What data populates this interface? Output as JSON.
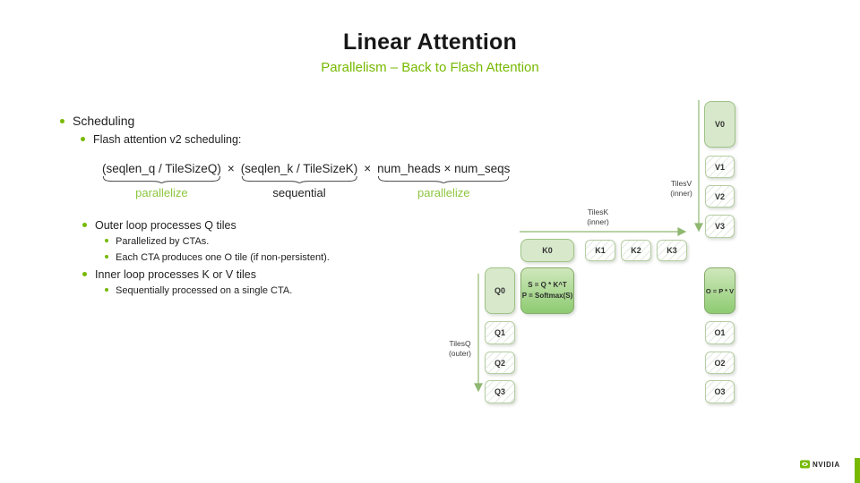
{
  "header": {
    "title": "Linear Attention",
    "subtitle": "Parallelism – Back to Flash Attention"
  },
  "bullets": {
    "scheduling": "Scheduling",
    "flash_v2": "Flash attention v2 scheduling:",
    "outer_loop": "Outer loop processes Q tiles",
    "parallelized_ctas": "Parallelized by CTAs.",
    "each_cta": "Each CTA produces one O tile (if non-persistent).",
    "inner_loop": "Inner loop processes K or V tiles",
    "sequential_cta": "Sequentially processed on a single CTA."
  },
  "formula": {
    "times": "×",
    "groups": [
      {
        "text": "(seqlen_q / TileSizeQ)",
        "label": "parallelize",
        "label_color": "#8dc63f"
      },
      {
        "text": "(seqlen_k / TileSizeK)",
        "label": "sequential",
        "label_color": "#222222"
      },
      {
        "text": "num_heads × num_seqs",
        "label": "parallelize",
        "label_color": "#8dc63f"
      }
    ]
  },
  "diagram": {
    "v_tiles": [
      "V0",
      "V1",
      "V2",
      "V3"
    ],
    "k_tiles": [
      "K0",
      "K1",
      "K2",
      "K3"
    ],
    "q_tiles": [
      "Q0",
      "Q1",
      "Q2",
      "Q3"
    ],
    "o_tiles": [
      "O1",
      "O2",
      "O3"
    ],
    "s_tile": {
      "line1": "S = Q * K^T",
      "line2": "P = Softmax(S)"
    },
    "o_tile": "O = P * V",
    "labels": {
      "tiles_v": [
        "TilesV",
        "(inner)"
      ],
      "tiles_k": [
        "TilesK",
        "(inner)"
      ],
      "tiles_q": [
        "TilesQ",
        "(outer)"
      ]
    }
  },
  "footer": {
    "brand": "NVIDIA"
  },
  "colors": {
    "nvidia_green": "#76b900",
    "lime_label": "#8dc63f",
    "tile_fill": "#d8e8cb",
    "tile_border": "#9ec387",
    "gradient_top": "#cfe8bc",
    "gradient_bottom": "#8ecb72",
    "arrow": "#8fb871"
  }
}
